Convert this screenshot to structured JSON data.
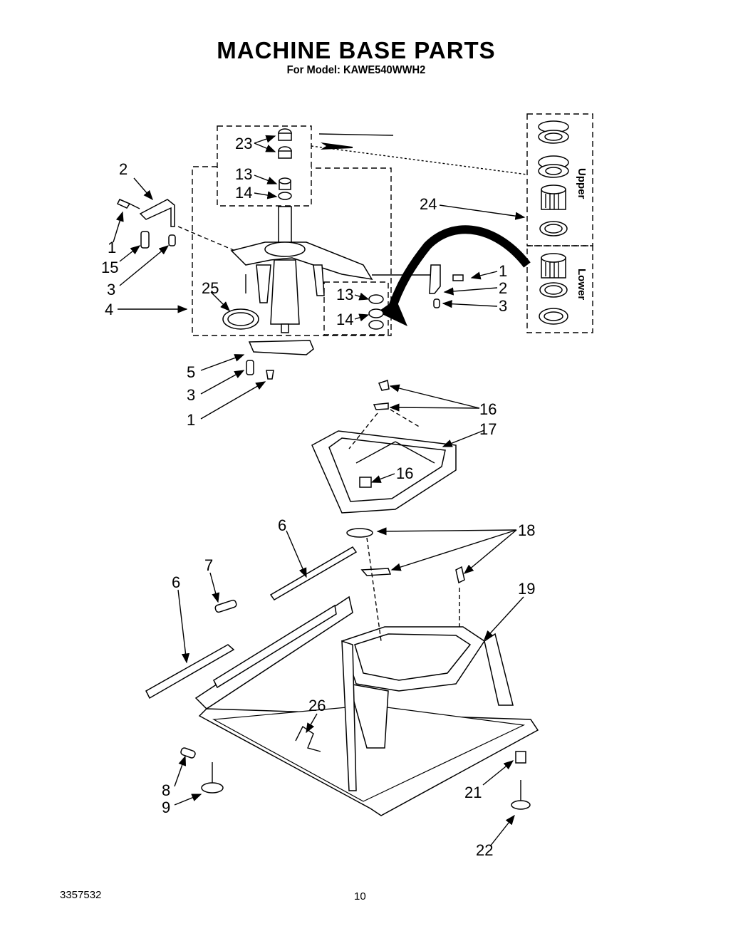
{
  "page": {
    "title": "MACHINE BASE PARTS",
    "subtitle": "For Model: KAWE540WWH2",
    "doc_number": "3357532",
    "page_number": "10"
  },
  "bearing_groups": {
    "upper": "Upper",
    "lower": "Lower"
  },
  "callouts": {
    "c23": "23",
    "c2a": "2",
    "c13a": "13",
    "c14a": "14",
    "c1a": "1",
    "c15": "15",
    "c3a": "3",
    "c4": "4",
    "c25": "25",
    "c13b": "13",
    "c14b": "14",
    "c24": "24",
    "c1b": "1",
    "c2b": "2",
    "c3b": "3",
    "c5": "5",
    "c3c": "3",
    "c1c": "1",
    "c16a": "16",
    "c17": "17",
    "c16b": "16",
    "c6a": "6",
    "c18": "18",
    "c7": "7",
    "c6b": "6",
    "c19": "19",
    "c26": "26",
    "c8": "8",
    "c9": "9",
    "c21": "21",
    "c22": "22"
  }
}
